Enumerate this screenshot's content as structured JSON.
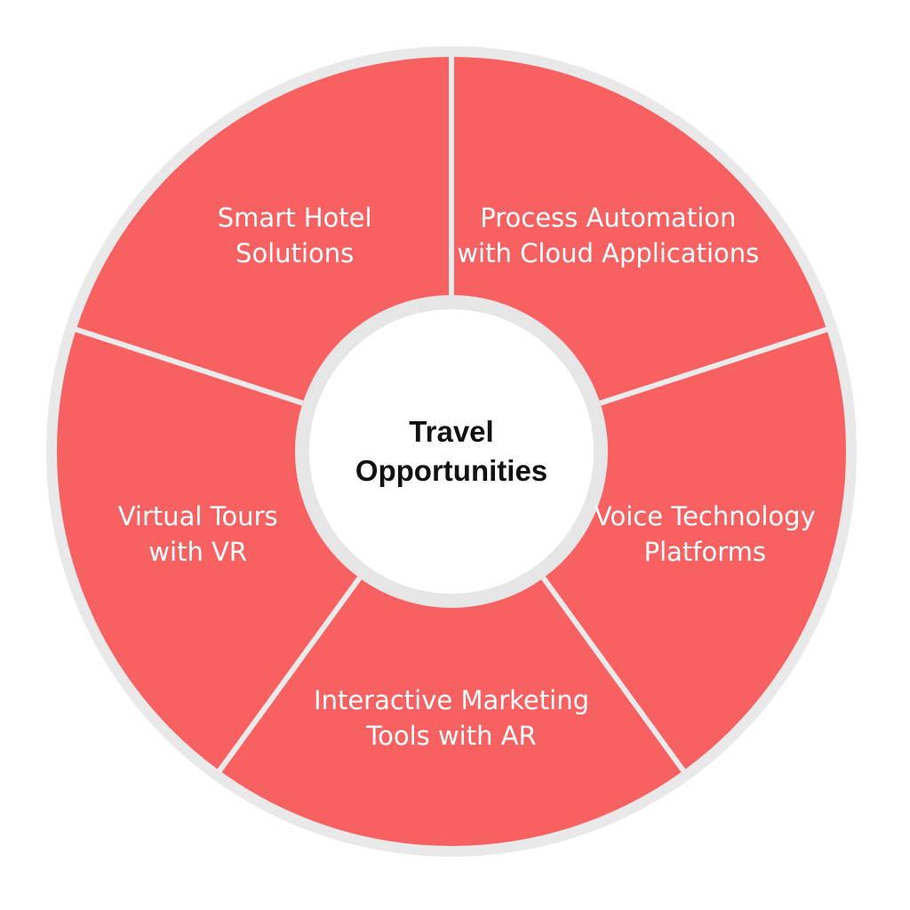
{
  "colors": {
    "segment_fill": "#F76162",
    "ring_outer": "#E9E9EA",
    "separator": "#EBEBEB",
    "center_fill": "#FFFFFF",
    "center_ring": "#E6E6E7",
    "label_text": "#FFFFFF",
    "title_text": "#111111"
  },
  "center": {
    "title_line1": "Travel",
    "title_line2": "Opportunities"
  },
  "segments": [
    {
      "line1": "Smart Hotel",
      "line2": "Solutions"
    },
    {
      "line1": "Process Automation",
      "line2": "with Cloud Applications"
    },
    {
      "line1": "Voice Technology",
      "line2": "Platforms"
    },
    {
      "line1": "Interactive Marketing",
      "line2": "Tools with AR"
    },
    {
      "line1": "Virtual Tours",
      "line2": "with VR"
    }
  ]
}
